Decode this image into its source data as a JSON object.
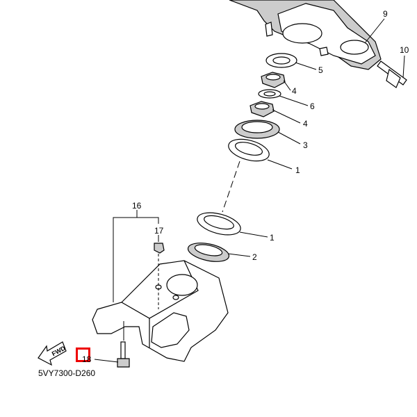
{
  "diagram_code": "5VY7300-D260",
  "fwd_label": "FWD",
  "highlight_color": "#e00000",
  "callouts": {
    "c9": "9",
    "c10": "10",
    "c5": "5",
    "c4a": "4",
    "c6": "6",
    "c4b": "4",
    "c3": "3",
    "c1a": "1",
    "c16": "16",
    "c17": "17",
    "c1b": "1",
    "c2": "2",
    "c18": "18"
  }
}
